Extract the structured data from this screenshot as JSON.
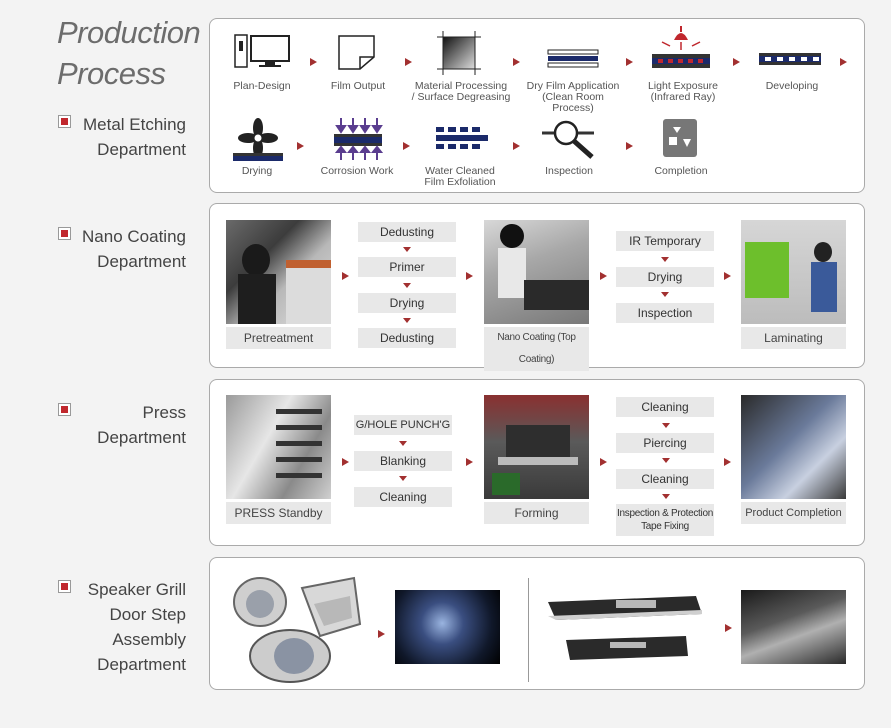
{
  "title": {
    "line1": "Production",
    "line2": "Process"
  },
  "departments": {
    "metal": "Metal Etching\nDepartment",
    "nano": "Nano Coating\nDepartment",
    "press": "Press\nDepartment",
    "speaker": "Speaker Grill\nDoor Step\nAssembly\nDepartment"
  },
  "metal_steps": {
    "plan_design": "Plan-Design",
    "film_output": "Film Output",
    "material_processing": "Material Processing\n/ Surface Degreasing",
    "dry_film": "Dry Film Application\n(Clean Room\nProcess)",
    "light_exposure": "Light Exposure\n(Infrared Ray)",
    "developing": "Developing",
    "drying": "Drying",
    "corrosion": "Corrosion Work",
    "water_cleaned": "Water Cleaned\nFilm Exfoliation",
    "inspection": "Inspection",
    "completion": "Completion"
  },
  "nano": {
    "pretreatment": "Pretreatment",
    "stack1": [
      "Dedusting",
      "Primer",
      "Drying",
      "Dedusting"
    ],
    "nano_coating": "Nano Coating (Top Coating)",
    "stack2": [
      "IR Temporary",
      "Drying",
      "Inspection"
    ],
    "laminating": "Laminating"
  },
  "press": {
    "standby": "PRESS Standby",
    "stack1": [
      "G/HOLE PUNCH'G",
      "Blanking",
      "Cleaning"
    ],
    "forming": "Forming",
    "stack2": [
      "Cleaning",
      "Piercing",
      "Cleaning",
      "Inspection & Protection\nTape Fixing"
    ],
    "product_completion": "Product Completion"
  },
  "colors": {
    "accent_red": "#a23030",
    "icon_red": "#c0272d",
    "box_gray": "#e8e8e8"
  }
}
